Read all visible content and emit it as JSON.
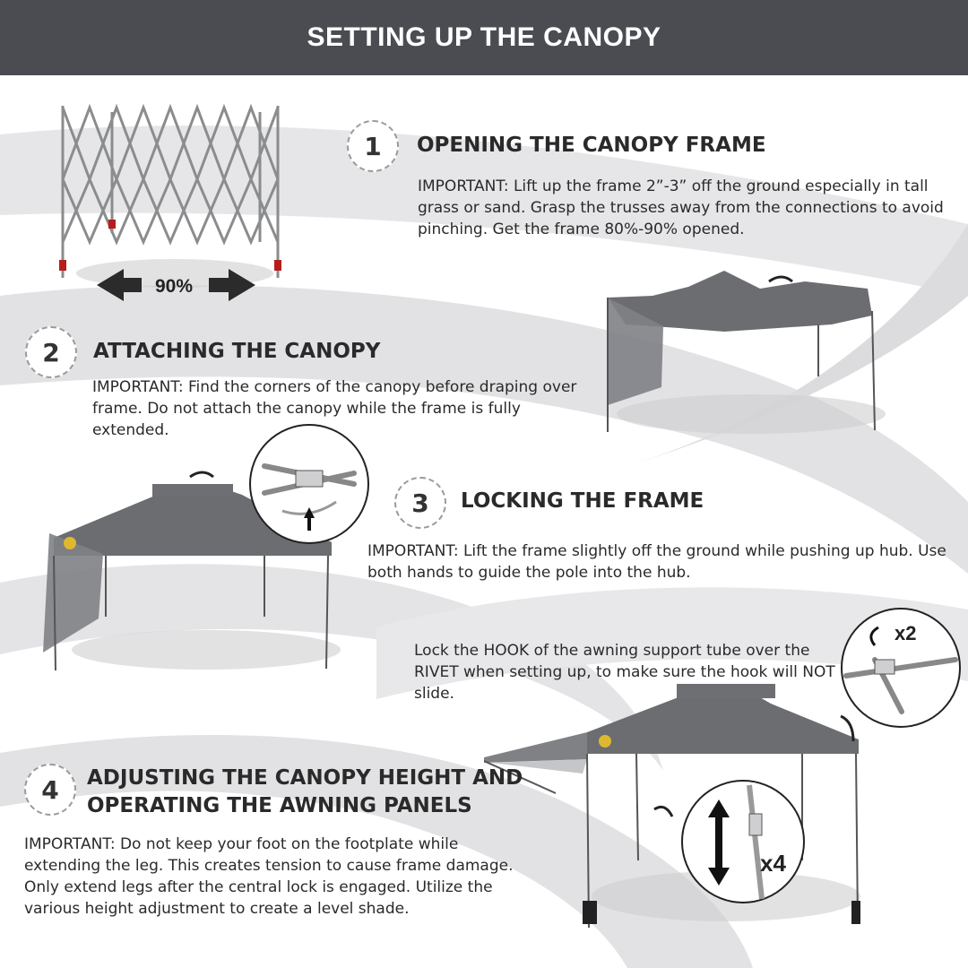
{
  "header": {
    "title": "SETTING UP THE CANOPY"
  },
  "steps": [
    {
      "number": "1",
      "title": "OPENING THE CANOPY FRAME",
      "text": "IMPORTANT: Lift up the frame 2”-3” off the ground especially in tall grass or sand. Grasp the trusses away from the connections to avoid pinching. Get the frame 80%-90% opened."
    },
    {
      "number": "2",
      "title": "ATTACHING THE CANOPY",
      "text": "IMPORTANT: Find the corners of the canopy before draping over frame. Do not attach the canopy while the frame is fully extended."
    },
    {
      "number": "3",
      "title": "LOCKING THE FRAME",
      "text": "IMPORTANT: Lift the frame slightly off the ground while pushing up hub. Use both hands to guide the pole into the hub."
    },
    {
      "number": "4",
      "title_line1": "ADJUSTING THE CANOPY HEIGHT AND",
      "title_line2": "OPERATING THE AWNING PANELS",
      "text": "IMPORTANT: Do not keep your foot on the footplate while extending the leg. This creates tension to cause frame damage. Only extend legs after the central lock is engaged. Utilize the various height adjustment to create a level shade."
    }
  ],
  "hook_note": "Lock the HOOK of the awning support tube over the RIVET when setting up, to make sure the hook will NOT slide.",
  "labels": {
    "frame_open": "90%",
    "hook_count": "x2",
    "leg_count": "x4"
  },
  "colors": {
    "header_bg": "#4a4c52",
    "swoosh": "#e4e4e6",
    "canopy": "#6b6d70",
    "frame": "#8a8c8e"
  },
  "icons": [
    "double-arrow-icon",
    "curved-arrow-icon",
    "up-arrow-icon",
    "vertical-double-arrow-icon"
  ]
}
